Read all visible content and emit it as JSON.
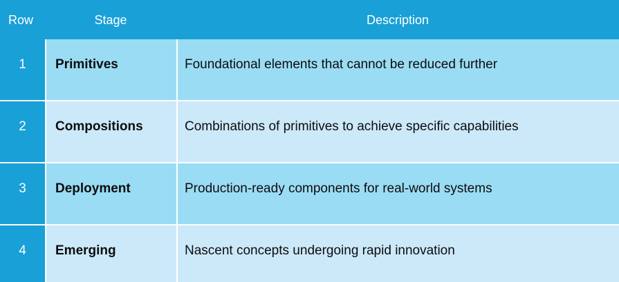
{
  "table": {
    "columns": [
      {
        "key": "row",
        "label": "Row"
      },
      {
        "key": "stage",
        "label": "Stage"
      },
      {
        "key": "desc",
        "label": "Description"
      }
    ],
    "rows": [
      {
        "row": "1",
        "stage": "Primitives",
        "desc": "Foundational elements that cannot be reduced further"
      },
      {
        "row": "2",
        "stage": "Compositions",
        "desc": "Combinations of primitives to achieve specific capabilities"
      },
      {
        "row": "3",
        "stage": "Deployment",
        "desc": "Production-ready components for real-world systems"
      },
      {
        "row": "4",
        "stage": "Emerging",
        "desc": "Nascent concepts undergoing rapid innovation"
      }
    ],
    "colors": {
      "header_bg": "#18A0D7",
      "header_text": "#FFFFFF",
      "row_index_bg": "#18A0D7",
      "row_index_text": "#FFFFFF",
      "band_dark": "#9BDCF5",
      "band_light": "#CCE9FA",
      "cell_text": "#0D0D0D",
      "grid_line": "#FFFFFF"
    }
  }
}
